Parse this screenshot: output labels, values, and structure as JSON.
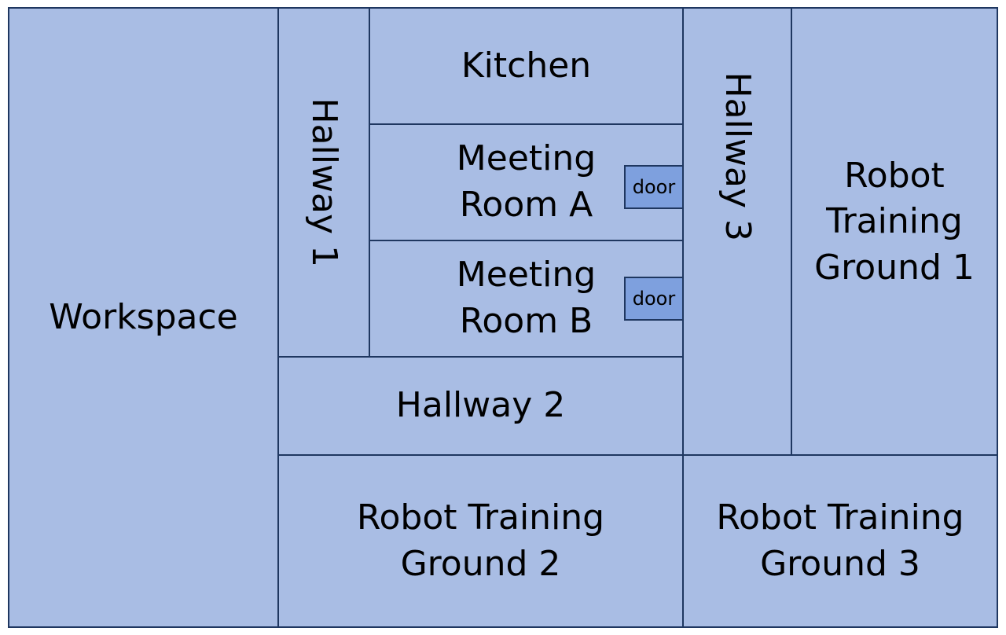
{
  "floor_plan": {
    "rooms": {
      "workspace": "Workspace",
      "hallway_1": "Hallway 1",
      "kitchen": "Kitchen",
      "meeting_room_a": "Meeting\nRoom A",
      "meeting_room_b": "Meeting\nRoom B",
      "hallway_2": "Hallway 2",
      "hallway_3": "Hallway 3",
      "robot_training_ground_1": "Robot\nTraining\nGround 1",
      "robot_training_ground_2": "Robot Training\nGround 2",
      "robot_training_ground_3": "Robot Training\nGround 3"
    },
    "doors": {
      "meeting_room_a_door": "door",
      "meeting_room_b_door": "door"
    }
  }
}
